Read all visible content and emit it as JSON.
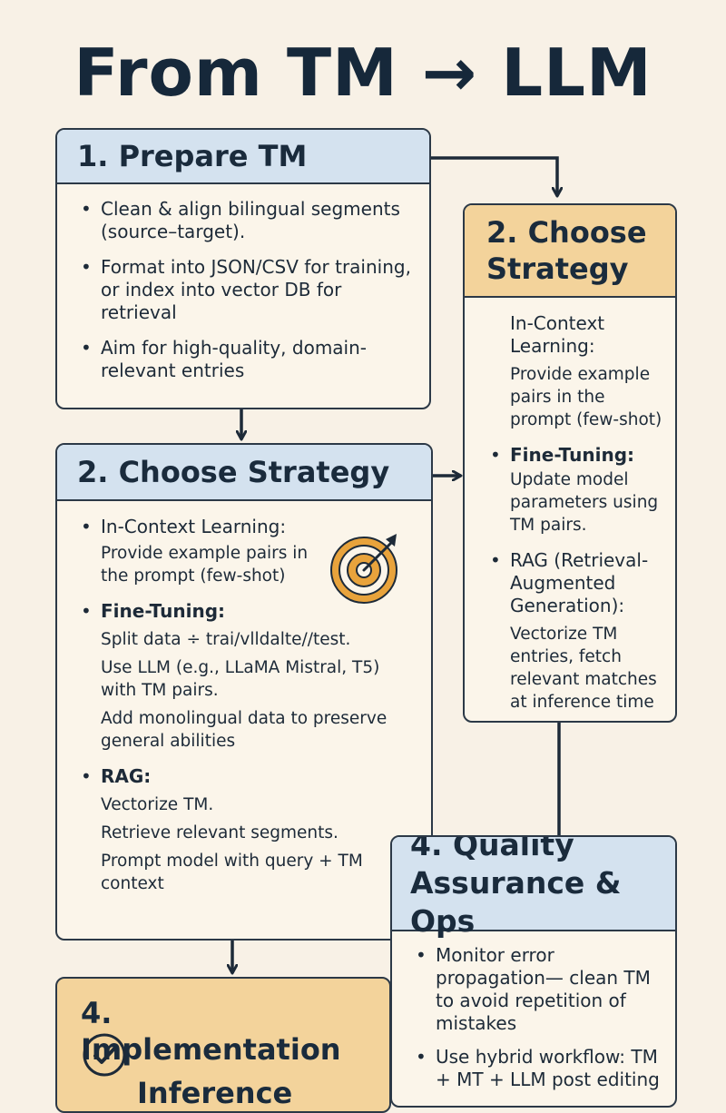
{
  "title": "From TM → LLM",
  "prepare": {
    "heading": "1. Prepare TM",
    "bullets": [
      "Clean & align bilingual segments (source–target).",
      "Format into JSON/CSV for training, or index into vector DB for retrieval",
      "Aim for high-quality, domain-relevant entries"
    ]
  },
  "strategy_main": {
    "heading": "2. Choose Strategy",
    "icl_label": "In-Context Learning:",
    "icl_text": "Provide example pairs in the prompt (few-shot)",
    "ft_label": "Fine-Tuning:",
    "ft_lines": [
      "Split data ÷ trai/vlldalte//test.",
      "Use LLM (e.g., LLaMA Mistral, T5) with TM pairs.",
      "Add monolingual data to preserve general abilities"
    ],
    "rag_label": "RAG:",
    "rag_lines": [
      "Vectorize TM.",
      "Retrieve relevant segments.",
      "Prompt model with query + TM context"
    ]
  },
  "strategy_side": {
    "heading": "2. Choose Strategy",
    "icl_label": "In-Context Learning:",
    "icl_text": "Provide example pairs in the prompt (few-shot)",
    "ft_label": "Fine-Tuning:",
    "ft_text": "Update model parameters using TM pairs.",
    "rag_label": "RAG (Retrieval-Augmented Generation):",
    "rag_text": "Vectorize TM entries, fetch relevant matches at inference time"
  },
  "qa": {
    "heading": "4. Quality Assurance & Ops",
    "bullets": [
      "Monitor error propagation— clean TM to avoid repetition of mistakes",
      "Use hybrid workflow: TM + MT + LLM post editing"
    ]
  },
  "implementation": {
    "heading": "4. Implementation Inference"
  },
  "colors": {
    "header_blue": "#d4e2ef",
    "header_tan": "#f3d39b",
    "background": "#f8f1e6",
    "target_orange": "#e8a33c"
  },
  "icons": [
    "target-icon",
    "check-circle-icon"
  ]
}
